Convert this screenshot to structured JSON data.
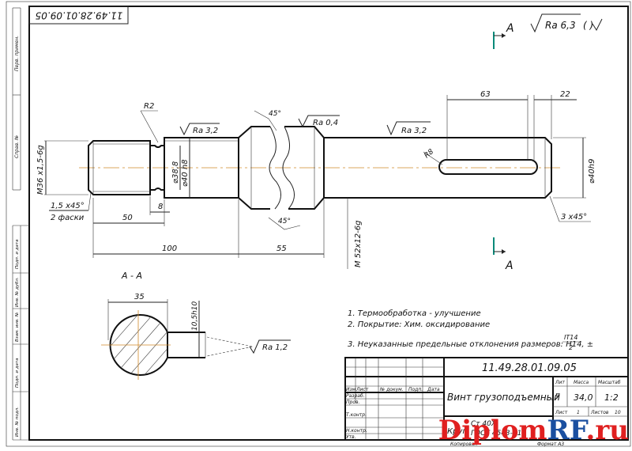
{
  "drawing_number_top": "11.49.28.01.09.05",
  "surface_finish_general": "Ra 6,3",
  "surface_finish_general_suffix": "( )",
  "section_marker": "A",
  "section_title": "А - А",
  "dimensions": {
    "thread": "M36 x1,5-6g",
    "chamfer_left": "1,5 x45°",
    "chamfer_left_note": "2 фаски",
    "len_50": "50",
    "len_8": "8",
    "len_100": "100",
    "len_55": "55",
    "dia_38": "⌀38,8",
    "dia_40": "⌀40 h8",
    "radius_r2": "R2",
    "ra_32_left": "Ra 3,2",
    "ra_04": "Ra 0,4",
    "ra_32_right": "Ra 3,2",
    "thread_mid": "M 52x12-6g",
    "angle_upper": "45°",
    "angle_lower": "45°",
    "slot_len_63": "63",
    "slot_len_22": "22",
    "radius_r8": "R8",
    "dia_40_right": "⌀40h9",
    "chamfer_right": "3 x45°",
    "section_width": "35",
    "section_key": "10,5h10",
    "ra_12": "Ra 1,2"
  },
  "notes": [
    "1. Термообработка - улучшение",
    "2. Покрытие: Хим. оксидирование",
    "3. Неуказанные предельные   отклонения размеров: H14, ±"
  ],
  "notes_fraction": {
    "num": "IT14",
    "den": "2"
  },
  "title_block": {
    "number": "11.49.28.01.09.05",
    "name": "Винт грузоподъемный",
    "lit_header": "Лит",
    "mass_header": "Масса",
    "scale_header": "Масштаб",
    "mass": "34,0",
    "scale": "1:2",
    "lit_value": "У",
    "sheet_label": "Лист",
    "sheet_value": "1",
    "sheets_label": "Листов",
    "sheets_value": "10",
    "row_headers": [
      "Изм",
      "Лист",
      "№ докум.",
      "Подп.",
      "Дата"
    ],
    "roles": [
      "Разраб.",
      "Пров.",
      "Т.контр.",
      "Н.контр.",
      "Утв."
    ],
    "material_line1": "Ст 40Х",
    "material_line2": "ГОСТ 4543-71",
    "material_prefix": "Круг",
    "copied": "Копировал",
    "format": "Формат  А3"
  },
  "side_stamps": [
    "Перв. примен.",
    "Справ. №",
    "Подп. и дата",
    "Инв. № дубл.",
    "Взам. инв. №",
    "Подп. и дата",
    "Инв. № подл."
  ],
  "watermark": {
    "text_main": "Diplom",
    "text_accent": "RF",
    "text_tail": ".ru",
    "main_color": "#e02020",
    "accent_color": "#1a4fa0"
  }
}
